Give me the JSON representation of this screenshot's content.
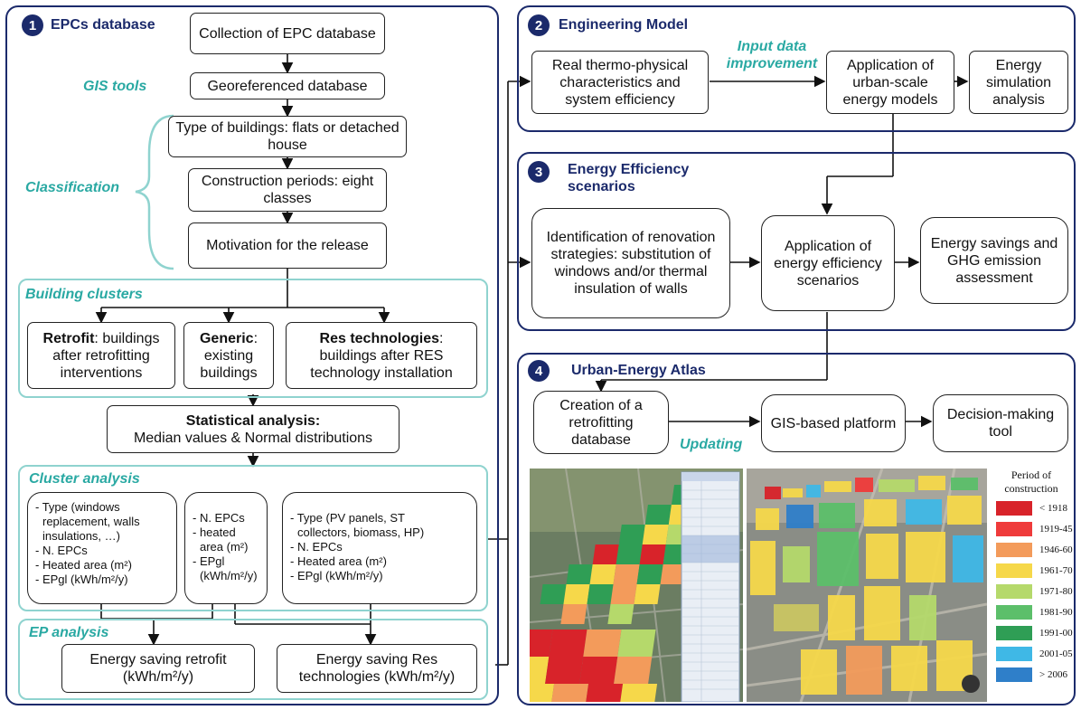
{
  "panel1": {
    "number": "1",
    "title": "EPCs database",
    "collection": "Collection of EPC database",
    "gis_tools": "GIS tools",
    "georef": "Georeferenced database",
    "classification": "Classification",
    "type_buildings": "Type of buildings: flats or detached house",
    "construction": "Construction periods: eight classes",
    "motivation": "Motivation for the release",
    "building_clusters": "Building clusters",
    "retrofit_bold": "Retrofit",
    "retrofit_rest": ": buildings after retrofitting interventions",
    "generic_bold": "Generic",
    "generic_rest": ": existing buildings",
    "res_bold": "Res technologies",
    "res_rest": ": buildings after RES technology installation",
    "stat_bold": "Statistical analysis:",
    "stat_rest": "Median values & Normal distributions",
    "cluster_analysis": "Cluster analysis",
    "ca1_lines": [
      "- Type (windows",
      "replacement, walls",
      "insulations, …)",
      "- N. EPCs",
      "- Heated area (m²)",
      "- EPgl (kWh/m²/y)"
    ],
    "ca2_lines": [
      "- N. EPCs",
      "- heated",
      "area (m²)",
      "- EPgl",
      "(kWh/m²/y)"
    ],
    "ca3_lines": [
      "- Type (PV panels, ST",
      "collectors, biomass, HP)",
      "- N. EPCs",
      "- Heated area (m²)",
      "- EPgl (kWh/m²/y)"
    ],
    "ep_analysis": "EP analysis",
    "saving_retrofit_1": "Energy saving retrofit",
    "saving_retrofit_2": "(kWh/m²/y)",
    "saving_res_1": "Energy saving Res",
    "saving_res_2": "technologies (kWh/m²/y)"
  },
  "panel2": {
    "number": "2",
    "title": "Engineering Model",
    "real": "Real thermo-physical characteristics and system efficiency",
    "input_improvement_1": "Input data",
    "input_improvement_2": "improvement",
    "application": "Application of urban-scale energy models",
    "simulation": "Energy simulation analysis"
  },
  "panel3": {
    "number": "3",
    "title_1": "Energy Efficiency",
    "title_2": "scenarios",
    "identification": "Identification of renovation strategies: substitution of windows and/or thermal insulation of walls",
    "application": "Application of energy efficiency scenarios",
    "savings": "Energy savings and GHG emission assessment"
  },
  "panel4": {
    "number": "4",
    "title": "Urban-Energy Atlas",
    "creation": "Creation of a retrofitting database",
    "updating": "Updating",
    "gis_platform": "GIS-based platform",
    "decision": "Decision-making tool",
    "legend_title_1": "Period of",
    "legend_title_2": "construction",
    "legend": [
      {
        "label": "< 1918",
        "color": "#d8232a"
      },
      {
        "label": "1919-45",
        "color": "#ef3b3b"
      },
      {
        "label": "1946-60",
        "color": "#f39b5b"
      },
      {
        "label": "1961-70",
        "color": "#f6d84a"
      },
      {
        "label": "1971-80",
        "color": "#b5d96b"
      },
      {
        "label": "1981-90",
        "color": "#5cbf6a"
      },
      {
        "label": "1991-00",
        "color": "#2f9e55"
      },
      {
        "label": "2001-05",
        "color": "#3fb8e6"
      },
      {
        "label": "> 2006",
        "color": "#2f7fc9"
      }
    ]
  }
}
